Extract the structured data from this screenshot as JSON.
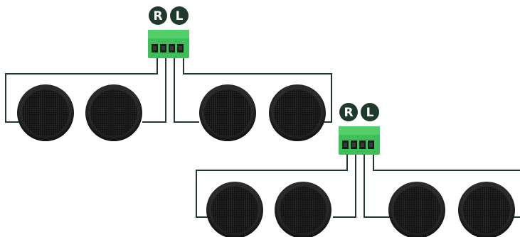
{
  "labels": {
    "right": "R",
    "left": "L"
  },
  "colors": {
    "badge": "#1f3a2d",
    "terminal_green": "#3fbf5a",
    "terminal_dark": "#2e8b44",
    "wire": "#1f3a2d",
    "speaker": "#1b1b1b"
  },
  "speaker_groups": [
    {
      "name": "upper-group",
      "speaker_count": 4
    },
    {
      "name": "lower-group",
      "speaker_count": 4
    }
  ]
}
